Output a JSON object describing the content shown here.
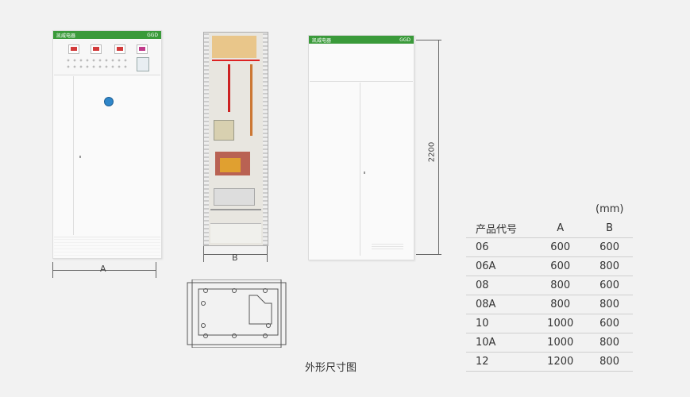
{
  "cabinet1": {
    "brand": "凯威电器",
    "model": "GGD"
  },
  "cabinet3": {
    "brand": "凯威电器",
    "model": "GGD"
  },
  "dimensions": {
    "width_a": "A",
    "width_b": "B",
    "height": "2200"
  },
  "caption": "外形尺寸图",
  "spec_table": {
    "unit": "(mm)",
    "headers": [
      "产品代号",
      "A",
      "B"
    ],
    "rows": [
      [
        "06",
        "600",
        "600"
      ],
      [
        "06A",
        "600",
        "800"
      ],
      [
        "08",
        "800",
        "600"
      ],
      [
        "08A",
        "800",
        "800"
      ],
      [
        "10",
        "1000",
        "600"
      ],
      [
        "10A",
        "1000",
        "800"
      ],
      [
        "12",
        "1200",
        "800"
      ]
    ]
  },
  "colors": {
    "brand_green": "#3a9a3a",
    "meter_red": "#d23b3b",
    "background": "#f2f2f2"
  }
}
